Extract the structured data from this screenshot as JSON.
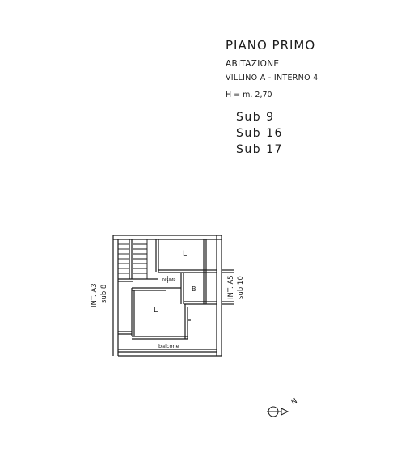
{
  "header": {
    "title": "PIANO  PRIMO",
    "use": "ABITAZIONE",
    "location": "VILLINO A  -  INTERNO 4",
    "height": "H = m. 2,70"
  },
  "subs": [
    "Sub  9",
    "Sub  16",
    "Sub  17"
  ],
  "plan": {
    "left_neighbor": "INT. A3",
    "left_sub": "sub 8",
    "right_neighbor": "INT. A5",
    "right_sub": "sub 10",
    "room_l_top": "L",
    "room_l_main": "L",
    "room_b": "B",
    "disimpegno": "DISIMP.",
    "balcony": "balcone"
  },
  "north_symbol": "N"
}
